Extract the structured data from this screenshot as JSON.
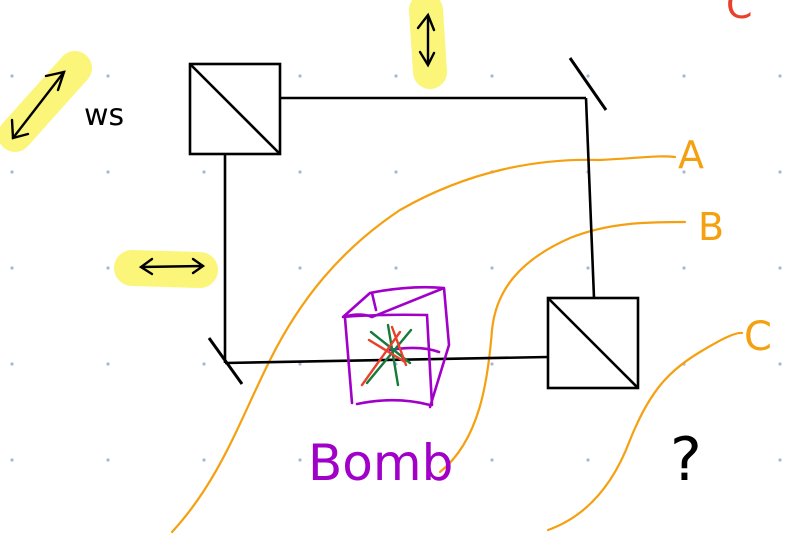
{
  "diagram": {
    "labels": {
      "omega": "ws",
      "path_a": "A",
      "path_b": "B",
      "path_c": "C",
      "top_corner": "C",
      "bomb": "Bomb",
      "question": "?"
    },
    "colors": {
      "ink": "#000000",
      "paths": "#f5a010",
      "bomb": "#a100c8",
      "highlight": "#fbf57a",
      "grid_dots": "#aab8d8",
      "top_corner": "#e8402a",
      "burst_red": "#e8402a",
      "burst_green": "#157a3a"
    },
    "icons": [
      "double-arrow-diagonal-icon",
      "double-arrow-vertical-icon",
      "double-arrow-horizontal-icon"
    ]
  }
}
